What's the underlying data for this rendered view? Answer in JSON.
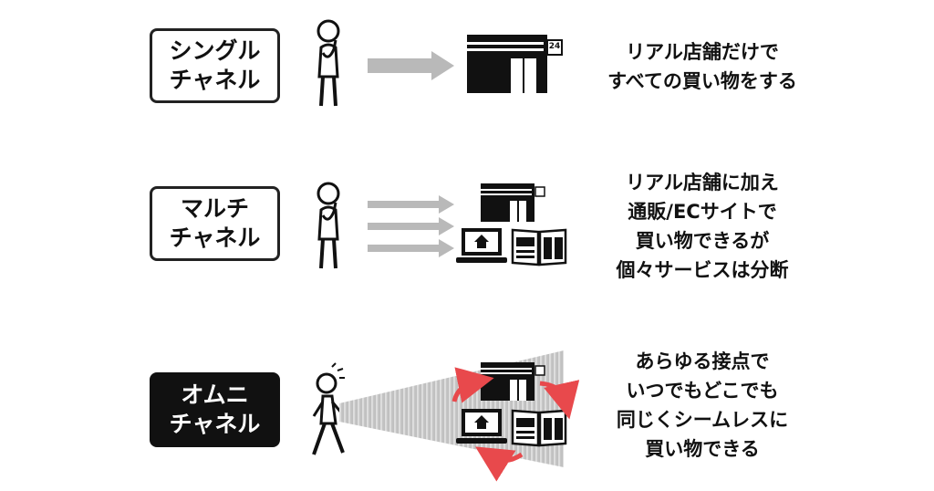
{
  "rows": [
    {
      "label_line1": "シングル",
      "label_line2": "チャネル",
      "desc": [
        "リアル店舗だけで",
        "すべての買い物をする"
      ],
      "store_sign": "24"
    },
    {
      "label_line1": "マルチ",
      "label_line2": "チャネル",
      "desc": [
        "リアル店舗に加え",
        "通販/ECサイトで",
        "買い物できるが",
        "個々サービスは分断"
      ]
    },
    {
      "label_line1": "オムニ",
      "label_line2": "チャネル",
      "desc": [
        "あらゆる接点で",
        "いつでもどこでも",
        "同じくシームレスに",
        "買い物できる"
      ]
    }
  ],
  "colors": {
    "accent_red": "#e8494c",
    "ink": "#111111",
    "arrow_gray": "#b9b9b9"
  }
}
